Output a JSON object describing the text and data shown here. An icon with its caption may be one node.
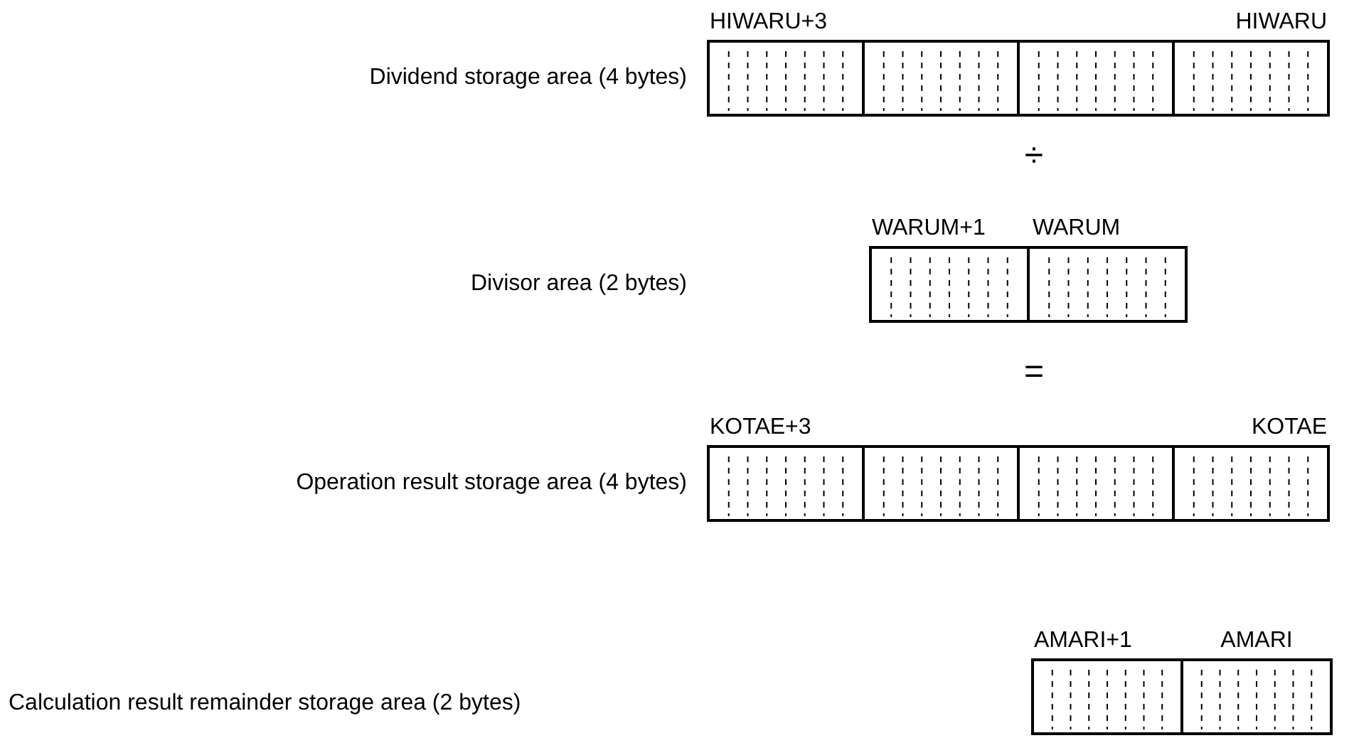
{
  "diagram": {
    "nodes": [
      {
        "text": [
          "HIWARU+3",
          "HIWARU"
        ]
      },
      {
        "text": [],
        "shape": "box",
        "in": 0
      },
      {
        "text": [],
        "shape": "box",
        "in": 0
      },
      {
        "text": [],
        "shape": "box",
        "in": 0
      },
      {
        "text": [],
        "shape": "box",
        "in": 0
      },
      {
        "text": [
          "WARUM+1",
          "WARUM"
        ]
      },
      {
        "text": [],
        "shape": "box",
        "in": 5
      },
      {
        "text": [],
        "shape": "box",
        "in": 5
      },
      {
        "text": [
          "KOTAE+3",
          "KOTAE"
        ]
      },
      {
        "text": [],
        "shape": "box",
        "in": 8
      },
      {
        "text": [],
        "shape": "box",
        "in": 8
      },
      {
        "text": [],
        "shape": "box",
        "in": 8
      },
      {
        "text": [],
        "shape": "box",
        "in": 8
      },
      {
        "text": [
          "AMARI+1",
          "AMARI"
        ]
      },
      {
        "text": [],
        "shape": "box",
        "in": 13
      },
      {
        "text": [],
        "shape": "box",
        "in": 13
      }
    ],
    "labels": [
      "Dividend storage area (4 bytes)",
      "÷",
      "Divisor area (2 bytes)",
      "=",
      "Operation result storage area (4 bytes)",
      "Calculation result remainder storage area (2 bytes)"
    ]
  }
}
